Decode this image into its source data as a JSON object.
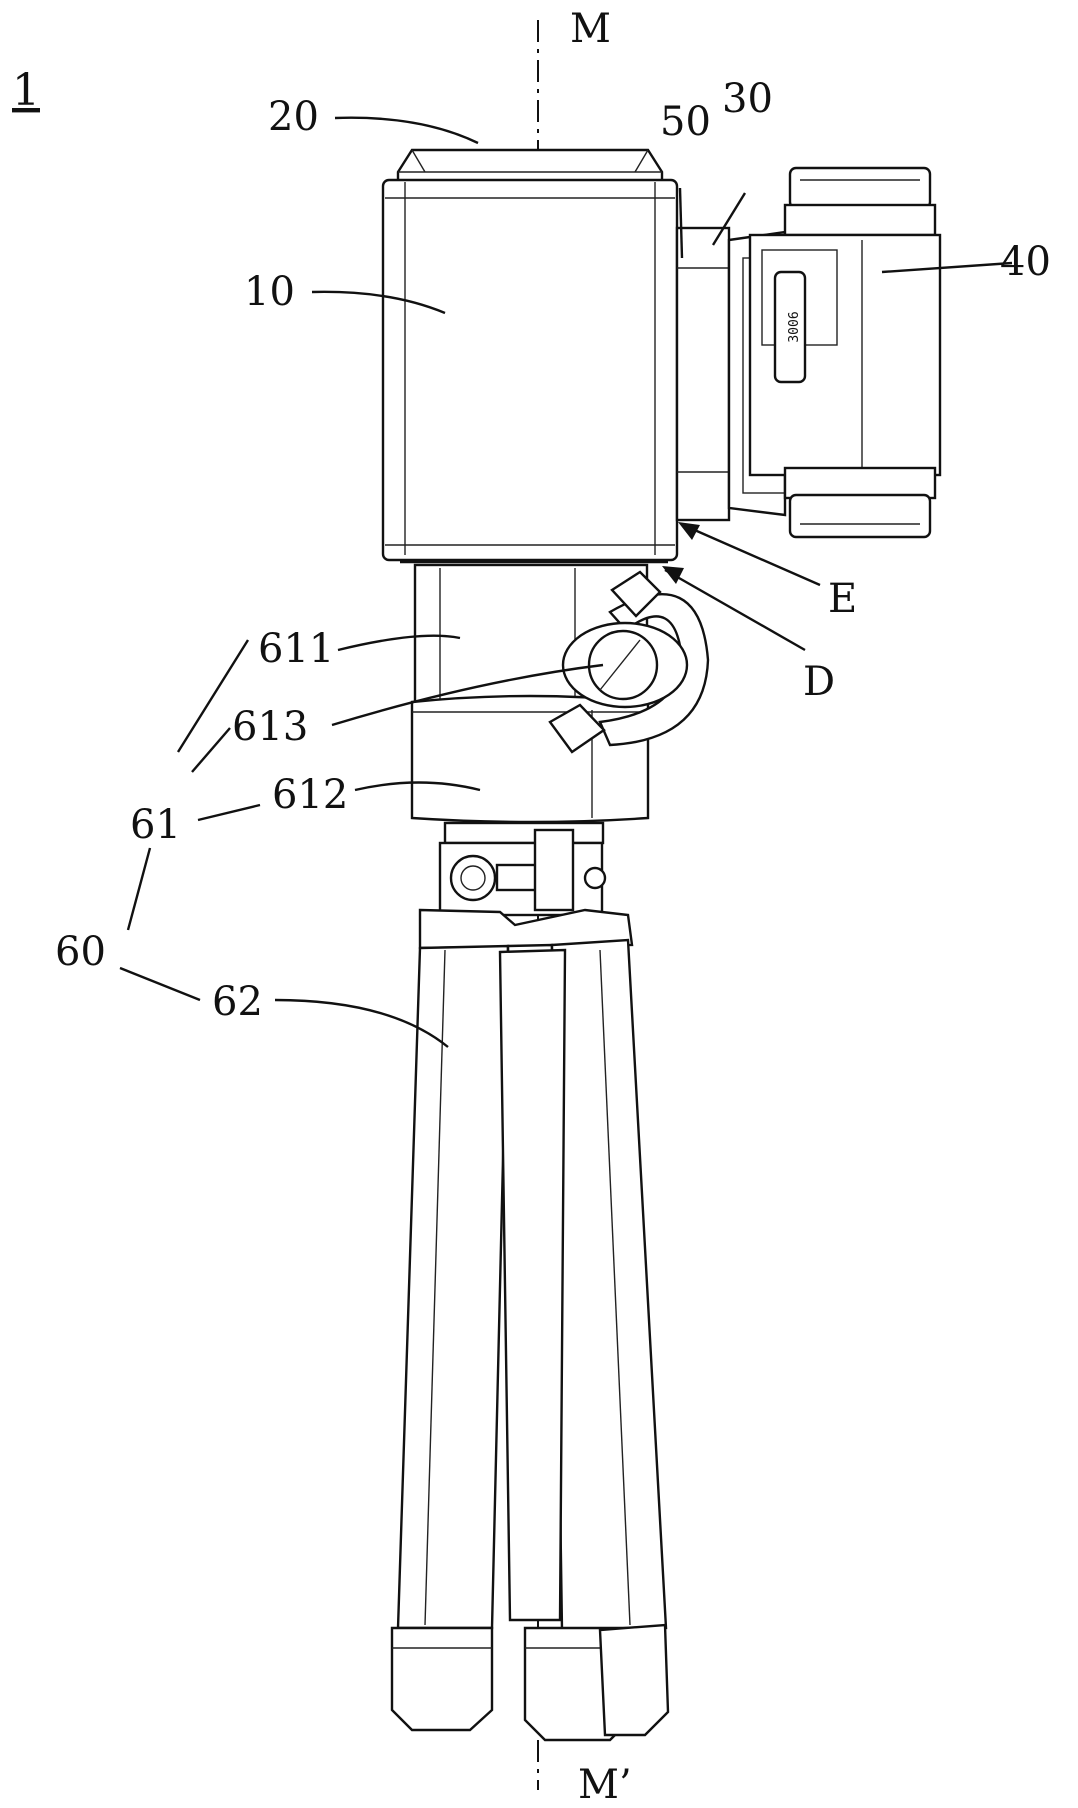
{
  "figure": {
    "number": "1"
  },
  "axis": {
    "top_label": "M",
    "bottom_label": "M’"
  },
  "labels": {
    "l20": "20",
    "l50": "50",
    "l30": "30",
    "l40": "40",
    "l10": "10",
    "lE": "E",
    "lD": "D",
    "l611": "611",
    "l613": "613",
    "l612": "612",
    "l61": "61",
    "l60": "60",
    "l62": "62"
  },
  "connector_text": "3006"
}
